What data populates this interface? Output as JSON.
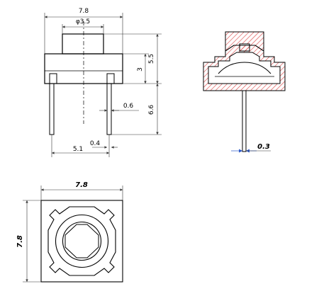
{
  "front_view": {
    "width_label": "7.8",
    "stem_label": "φ3.5",
    "total_height_label": "5.5",
    "body_height_label": "3",
    "pin_length_label": "6.6",
    "pin_width_label": "0.6",
    "pin_thickness_label": "0.4",
    "pin_pitch_label": "5.1"
  },
  "section_view": {
    "pin_label": "0.3"
  },
  "top_view": {
    "width_label": "7.8",
    "height_label": "7.8"
  },
  "colors": {
    "line": "#000000",
    "dimension": "#333333",
    "hatch": "#d84040",
    "arrow": "#2a56c6"
  }
}
